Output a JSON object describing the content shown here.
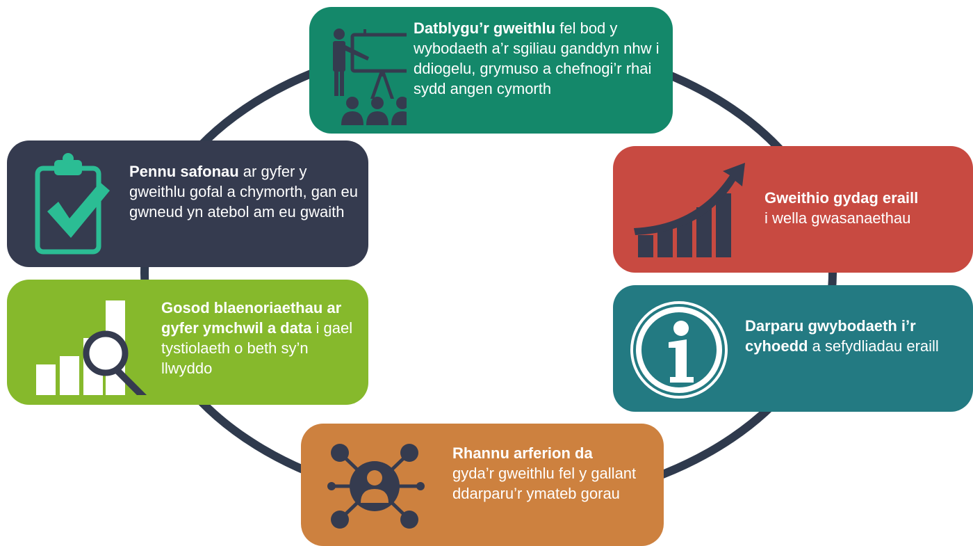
{
  "colors": {
    "ring": "#2f3a4d",
    "dark_navy": "#353b4f",
    "green": "#14886a",
    "red": "#c84a41",
    "teal": "#237a82",
    "lime": "#86b92c",
    "orange": "#cd813f",
    "check_green": "#2bbd94"
  },
  "cards": {
    "top": {
      "icon": "presentation-audience-icon",
      "bold": "Datblygu’r gweithlu",
      "rest": " fel bod y wybodaeth a’r sgiliau ganddyn nhw i ddiogelu, grymuso a chefnogi’r rhai sydd angen cymorth"
    },
    "left1": {
      "icon": "clipboard-check-icon",
      "bold": "Pennu safonau",
      "rest": " ar gyfer y gweithlu gofal a chymorth, gan eu gwneud yn atebol am eu gwaith"
    },
    "left2": {
      "icon": "bar-chart-magnifier-icon",
      "bold": "Gosod blaenoriaethau ar gyfer ymchwil a data",
      "rest": " i gael tystiolaeth o beth sy’n llwyddo"
    },
    "right1": {
      "icon": "growth-chart-arrow-icon",
      "bold": "Gweithio gydag eraill",
      "rest": " i wella gwasanaethau"
    },
    "right2": {
      "icon": "information-icon",
      "bold": "Darparu gwybodaeth i’r cyhoedd",
      "rest": " a sefydliadau eraill"
    },
    "bottom": {
      "icon": "network-person-icon",
      "bold": "Rhannu arferion da",
      "rest": " gyda’r gweithlu fel y gallant ddarparu’r ymateb gorau"
    }
  }
}
